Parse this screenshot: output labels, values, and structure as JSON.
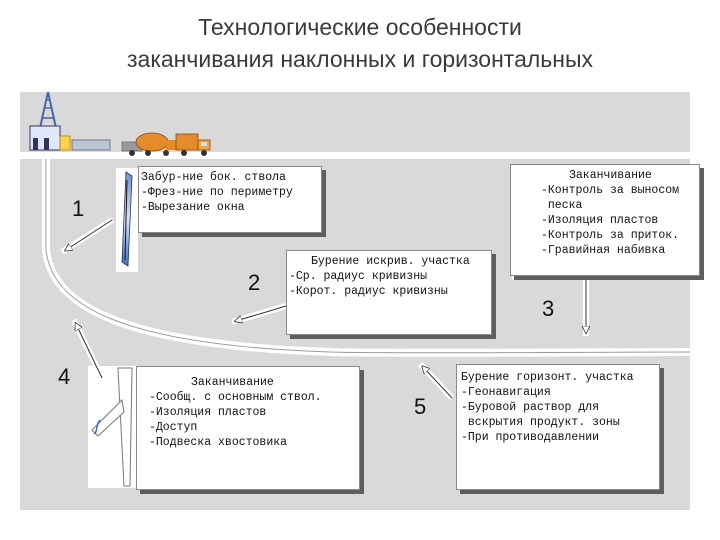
{
  "title": {
    "line1": "Технологические  особенности",
    "line2": "заканчивания наклонных и горизонтальных"
  },
  "boxes": [
    {
      "number": "1",
      "lines": [
        "Забур-ние бок. ствола",
        "-Фрез-ние по периметру",
        "-Вырезание окна"
      ]
    },
    {
      "number": "2",
      "lines": [
        "Бурение искрив. участка",
        "-Ср. радиус кривизны",
        "-Корот. радиус кривизны"
      ]
    },
    {
      "number": "3",
      "lines": [
        "Заканчивание",
        "-Контроль за выносом",
        " песка",
        "-Изоляция пластов",
        "-Контроль за приток.",
        "-Гравийная набивка"
      ]
    },
    {
      "number": "4",
      "lines": [
        "Заканчивание",
        "-Сообщ. с основным ствол.",
        "-Изоляция пластов",
        "-Доступ",
        "-Подвеска хвостовика"
      ]
    },
    {
      "number": "5",
      "lines": [
        "Бурение горизонт. участка",
        "-Геонавигация",
        "-Буровой раствор для",
        " вскрытия продукт. зоны",
        "-При противодавлении"
      ]
    }
  ],
  "colors": {
    "panel": "#d9d9d9",
    "shadow": "#5e5e5e",
    "tool_blue": "#3a6fd0",
    "title": "#3a3a3a"
  },
  "icons": [
    "drilling-rig-icon",
    "truck-icon",
    "tanker-truck-icon"
  ]
}
